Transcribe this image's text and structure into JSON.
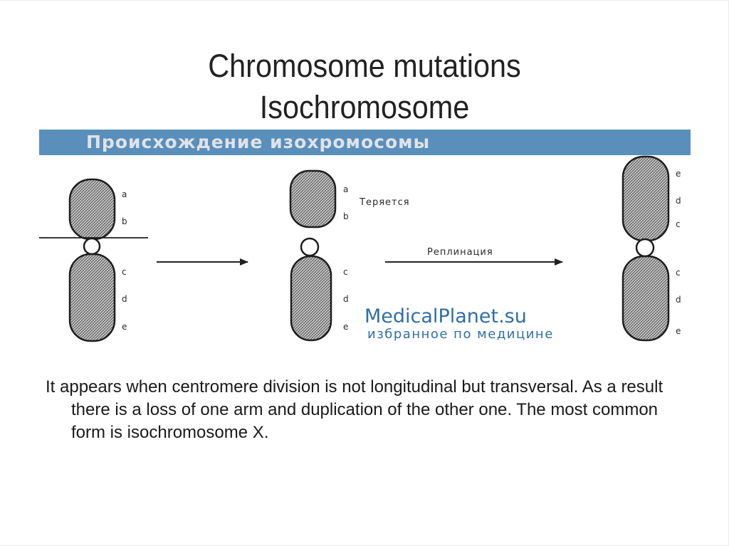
{
  "slide": {
    "title_lines": [
      "Chromosome mutations",
      "Isochromosome"
    ],
    "body_text": "It appears when centromere division is not longitudinal but transversal. As a result there is a loss of one arm and duplication of the other one. The most common form is isochromosome  X."
  },
  "figure": {
    "banner_title": "Происхождение изохромосомы",
    "banner_color": "#5a8fbc",
    "step_labels": {
      "lost": "Теряется",
      "replication": "Реплинация"
    },
    "chromosomes": [
      {
        "name": "original-chromosome",
        "top_arm_labels": [
          "a",
          "b"
        ],
        "bottom_arm_labels": [
          "c",
          "d",
          "e"
        ]
      },
      {
        "name": "split-chromosome",
        "top_arm_labels": [
          "a",
          "b"
        ],
        "bottom_arm_labels": [
          "c",
          "d",
          "e"
        ]
      },
      {
        "name": "isochromosome",
        "top_arm_labels": [
          "e",
          "d",
          "c"
        ],
        "bottom_arm_labels": [
          "c",
          "d",
          "e"
        ]
      }
    ],
    "watermark": {
      "site": "MedicalPlanet.su",
      "tagline": "избранное по медицине"
    }
  }
}
